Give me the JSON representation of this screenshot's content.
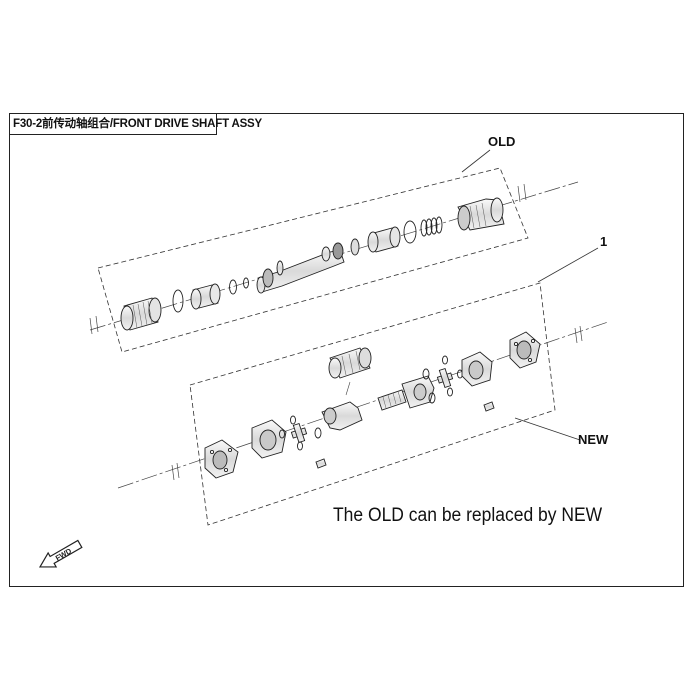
{
  "header": {
    "title": "F30-2前传动轴组合/FRONT DRIVE SHAFT ASSY"
  },
  "callouts": {
    "old": "OLD",
    "new": "NEW",
    "assembly_number": "1"
  },
  "note": "The OLD can be replaced by NEW",
  "fwd_marker": "FWD",
  "colors": {
    "line": "#222222",
    "background": "#ffffff"
  }
}
